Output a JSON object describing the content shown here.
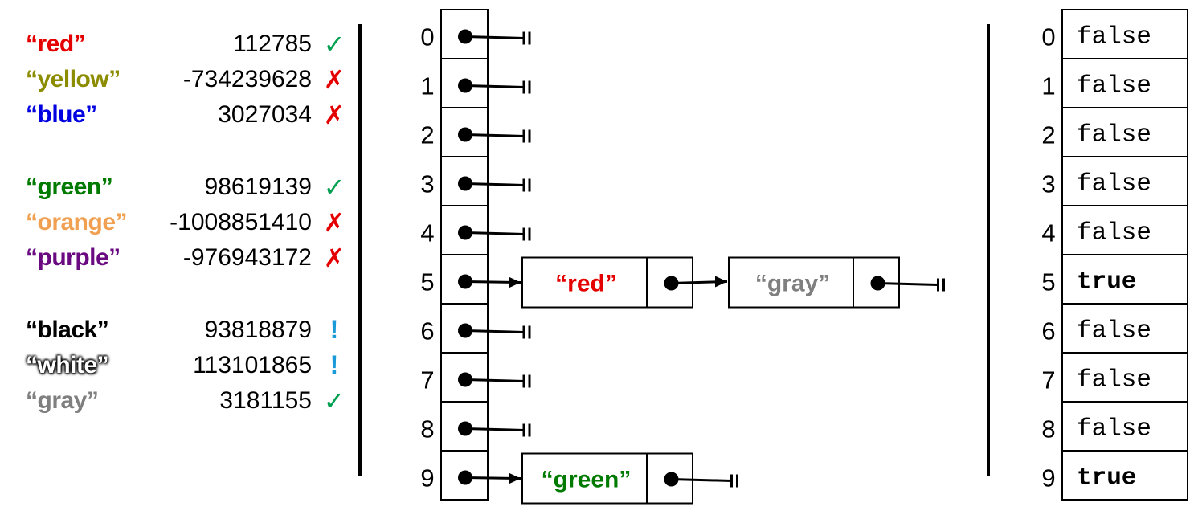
{
  "hash_list": [
    {
      "word": "“red”",
      "hash": "112785",
      "status": "✓",
      "word_color": "#e50000",
      "status_color": "#00a050"
    },
    {
      "word": "“yellow”",
      "hash": "-734239628",
      "status": "✗",
      "word_color": "#8c8c00",
      "status_color": "#e50000"
    },
    {
      "word": "“blue”",
      "hash": "3027034",
      "status": "✗",
      "word_color": "#0000e0",
      "status_color": "#e50000"
    },
    {
      "word": "“green”",
      "hash": "98619139",
      "status": "✓",
      "word_color": "#007a00",
      "status_color": "#00a050"
    },
    {
      "word": "“orange”",
      "hash": "-1008851410",
      "status": "✗",
      "word_color": "#f0a050",
      "status_color": "#e50000"
    },
    {
      "word": "“purple”",
      "hash": "-976943172",
      "status": "✗",
      "word_color": "#6a0a80",
      "status_color": "#e50000"
    },
    {
      "word": "“black”",
      "hash": "93818879",
      "status": "!",
      "word_color": "#000000",
      "status_color": "#1a9ad8"
    },
    {
      "word": "“white”",
      "hash": "113101865",
      "status": "!",
      "word_color": "#ffffff",
      "status_color": "#1a9ad8"
    },
    {
      "word": "“gray”",
      "hash": "3181155",
      "status": "✓",
      "word_color": "#7f7f7f",
      "status_color": "#00a050"
    }
  ],
  "table": {
    "indices": [
      "0",
      "1",
      "2",
      "3",
      "4",
      "5",
      "6",
      "7",
      "8",
      "9"
    ],
    "chains": [
      {
        "index": 5,
        "nodes": [
          {
            "label": "“red”",
            "color": "#e50000"
          },
          {
            "label": "“gray”",
            "color": "#7f7f7f"
          }
        ]
      },
      {
        "index": 9,
        "nodes": [
          {
            "label": "“green”",
            "color": "#007a00"
          }
        ]
      }
    ]
  },
  "bit_array": {
    "indices": [
      "0",
      "1",
      "2",
      "3",
      "4",
      "5",
      "6",
      "7",
      "8",
      "9"
    ],
    "values": [
      "false",
      "false",
      "false",
      "false",
      "false",
      "true",
      "false",
      "false",
      "false",
      "true"
    ]
  }
}
